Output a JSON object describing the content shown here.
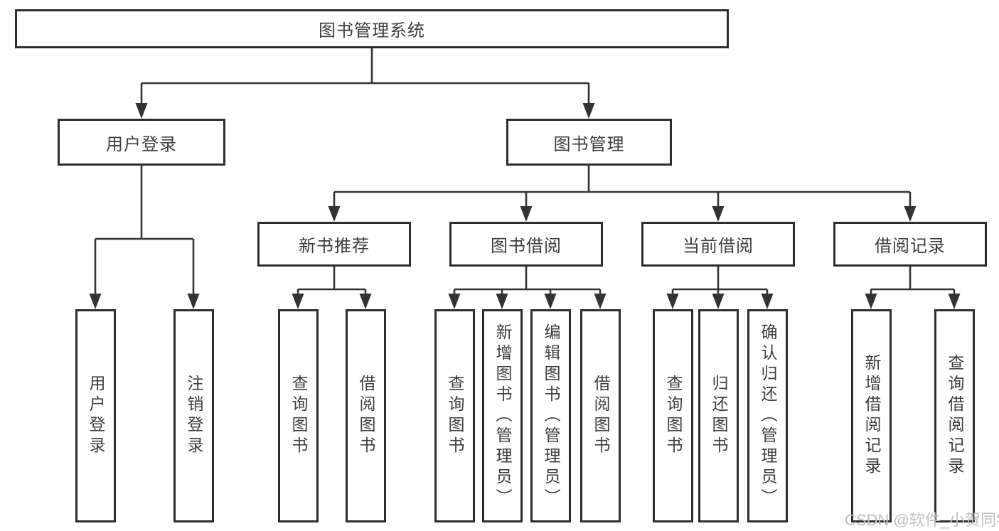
{
  "diagram": {
    "title": "图书管理系统",
    "branches": [
      {
        "label": "用户登录",
        "children": [
          {
            "label": "用户登录"
          },
          {
            "label": "注销登录"
          }
        ]
      },
      {
        "label": "图书管理",
        "sections": [
          {
            "label": "新书推荐",
            "children": [
              {
                "label": "查询图书"
              },
              {
                "label": "借阅图书"
              }
            ]
          },
          {
            "label": "图书借阅",
            "children": [
              {
                "label": "查询图书"
              },
              {
                "label": "新增图书（管理员）"
              },
              {
                "label": "编辑图书（管理员）"
              },
              {
                "label": "借阅图书"
              }
            ]
          },
          {
            "label": "当前借阅",
            "children": [
              {
                "label": "查询图书"
              },
              {
                "label": "归还图书"
              },
              {
                "label": "确认归还（管理员）"
              }
            ]
          },
          {
            "label": "借阅记录",
            "children": [
              {
                "label": "新增借阅记录"
              },
              {
                "label": "查询借阅记录"
              }
            ]
          }
        ]
      }
    ]
  },
  "watermark": {
    "text": "CSDN @软件_小贺同学",
    "color": "#bfbfbf"
  },
  "colors": {
    "line_color": "#333333",
    "border_color": "#2d2d2d",
    "text_color": "#3d3d3d",
    "background": "#ffffff"
  }
}
